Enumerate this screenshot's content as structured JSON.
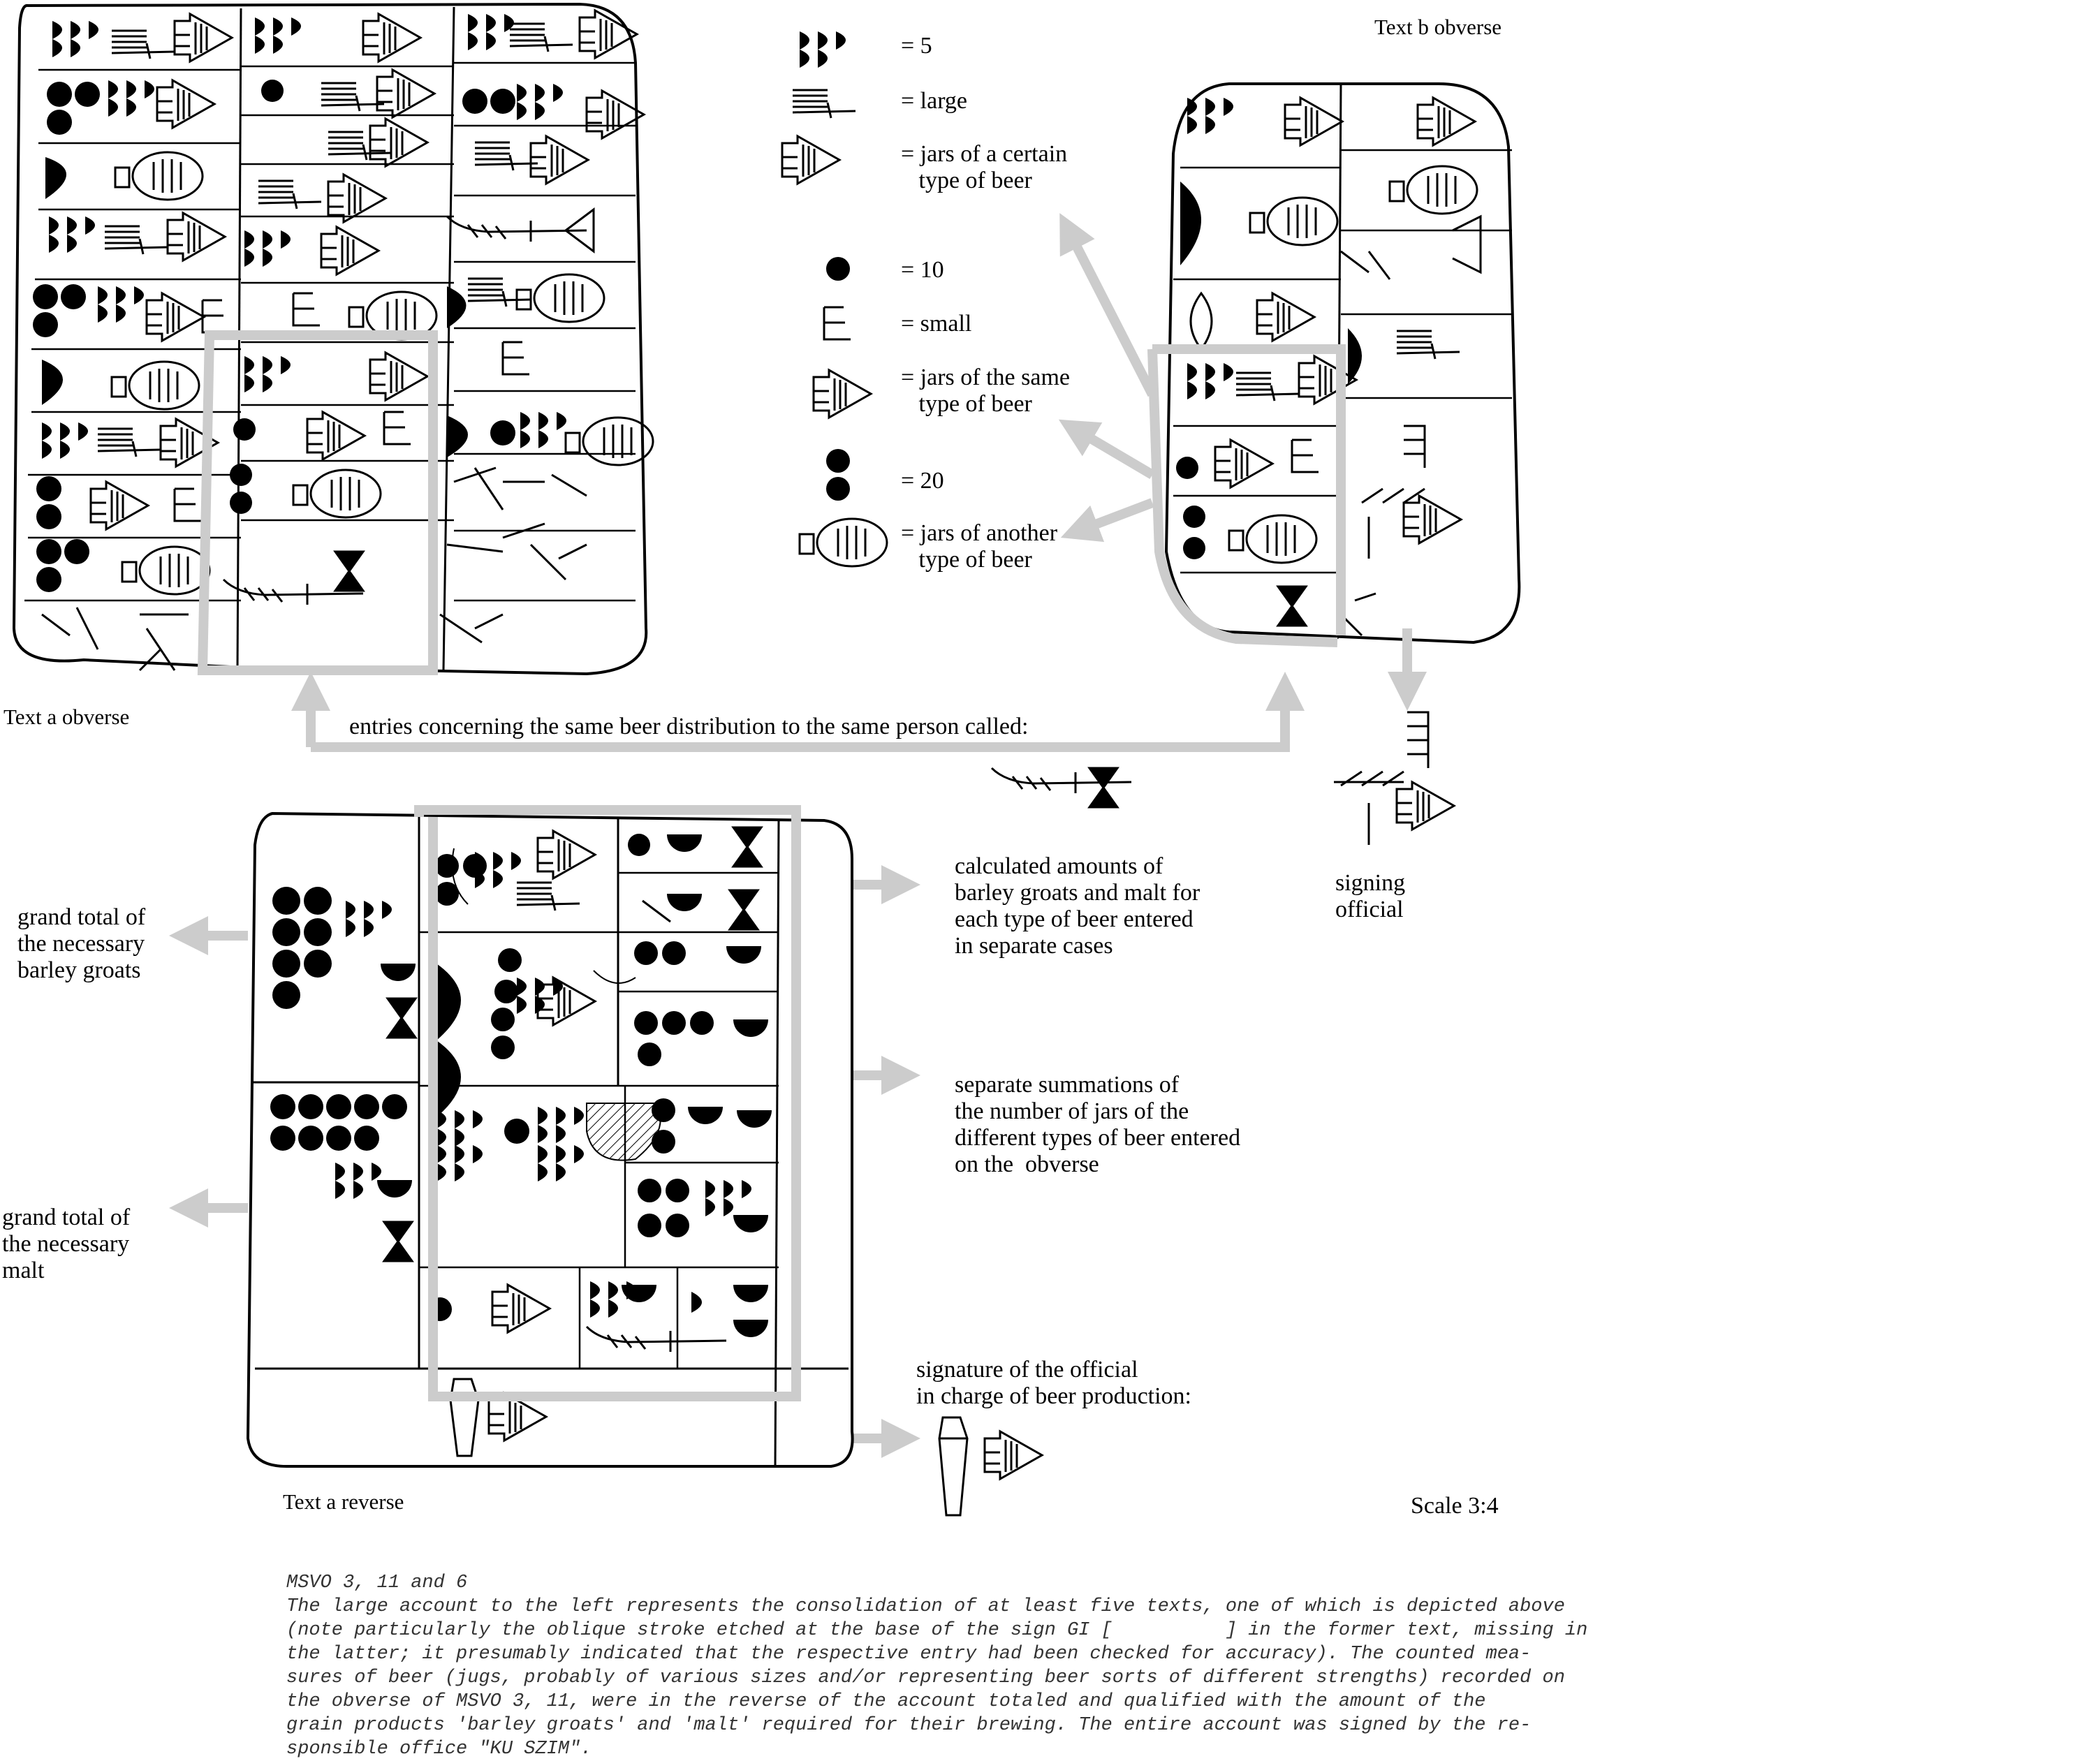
{
  "legend": [
    {
      "id": "five",
      "text": "= 5"
    },
    {
      "id": "large",
      "text": "= large"
    },
    {
      "id": "jars-certain",
      "text": "= jars of a certain\n   type of beer"
    },
    {
      "id": "ten",
      "text": "= 10"
    },
    {
      "id": "small",
      "text": "= small"
    },
    {
      "id": "jars-same",
      "text": "= jars of the same\n   type of beer"
    },
    {
      "id": "twenty",
      "text": "= 20"
    },
    {
      "id": "jars-another",
      "text": "= jars of another\n   type of beer"
    }
  ],
  "labels": {
    "text_a_obverse": "Text a obverse",
    "text_b_obverse": "Text b obverse",
    "text_a_reverse": "Text a reverse",
    "entries": "entries concerning the same beer distribution to the same person called:",
    "signing_official": "signing\nofficial",
    "calculated": "calculated amounts of\nbarley groats and malt for\neach type of beer entered\nin separate cases",
    "summations": "separate summations of\nthe number of jars of the\ndifferent types of beer entered\non the  obverse",
    "signature": "signature of the official\nin charge of beer production:",
    "grand_groats": "grand total of\nthe necessary\nbarley groats",
    "grand_malt": "grand total of\nthe necessary\nmalt",
    "scale": "Scale 3:4"
  },
  "caption": {
    "lines": [
      "MSVO 3, 11 and 6",
      "The large account to the left represents the consolidation of at least five texts, one of which is depicted above",
      "(note particularly the oblique stroke etched at the base of the sign GI [          ] in the former text, missing in",
      "the latter; it presumably indicated that the respective entry had been checked for accuracy). The counted mea-",
      "sures of beer (jugs, probably of various sizes and/or representing beer sorts of different strengths) recorded on",
      "the obverse of MSVO 3, 11, were in the reverse of the account totaled and qualified with the amount of the",
      "grain products 'barley groats' and 'malt' required for their brewing. The entire account was signed by the re-",
      "sponsible office \"KU SZIM\"."
    ]
  },
  "colors": {
    "arrow": "#cccccc",
    "ink": "#000000",
    "caption": "#333333"
  }
}
